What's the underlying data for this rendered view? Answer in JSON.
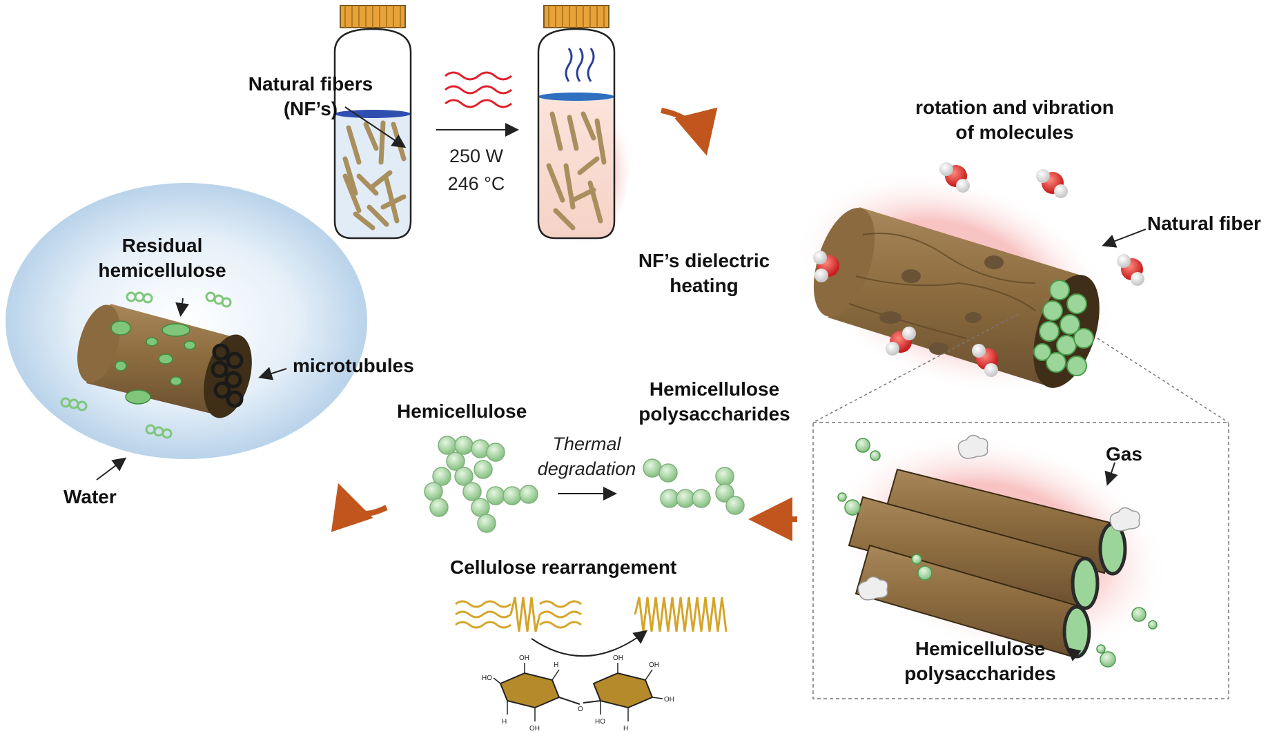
{
  "labels": {
    "natural_fibers": [
      "Natural fibers",
      "(NF’s)"
    ],
    "power": "250 W",
    "temperature": "246 °C",
    "dielectric_heating": [
      "NF’s dielectric",
      "heating"
    ],
    "rotation_vibration": [
      "rotation and vibration",
      "of molecules"
    ],
    "natural_fiber": "Natural fiber",
    "residual_hemicellulose": [
      "Residual",
      "hemicellulose"
    ],
    "microtubules": "microtubules",
    "water": "Water",
    "hemicellulose": "Hemicellulose",
    "hemicellulose_polysaccharides_mid": [
      "Hemicellulose",
      "polysaccharides"
    ],
    "thermal_degradation": [
      "Thermal",
      "degradation"
    ],
    "cellulose_rearrangement": "Cellulose rearrangement",
    "gas": "Gas",
    "hemicellulose_polysaccharides_box": [
      "Hemicellulose",
      "polysaccharides"
    ],
    "oh_label": "OH",
    "ho_label": "HO",
    "h_label": "H",
    "o_label": "O"
  },
  "colors": {
    "fiber_brown": "#8b6b3e",
    "fiber_dark": "#5a4424",
    "green_bubble": "#9ed39a",
    "green_dark": "#4a9a4a",
    "arrow_orange": "#c0561e",
    "heat_red": "#e0202a",
    "steam_blue": "#3050a8",
    "water_blue": "#cde2f2",
    "vial_lid": "#e8a23a",
    "cellulose_gold": "#d4a52a"
  }
}
